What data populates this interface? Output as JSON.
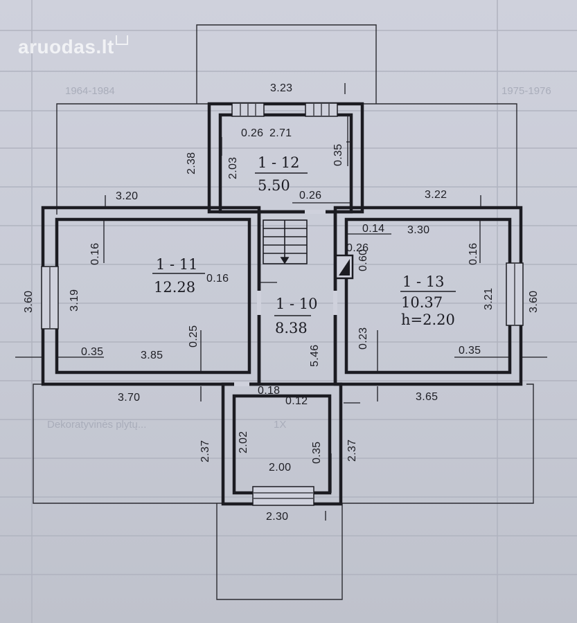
{
  "watermark": {
    "text": "aruodas.lt"
  },
  "background_text": [
    "Dekoratyvinės plytų...",
    "1X",
    "1964-1984",
    "1975-1976"
  ],
  "rooms": {
    "r11": {
      "id": "1 - 11",
      "area": "12.28"
    },
    "r12": {
      "id": "1 - 12",
      "area": "5.50"
    },
    "r10": {
      "id": "1 - 10",
      "area": "8.38"
    },
    "r13": {
      "id": "1 - 13",
      "area": "10.37",
      "height": "h=2.20"
    }
  },
  "dimensions": {
    "d323": "3.23",
    "d271": "2.71",
    "d026a": "0.26",
    "d238": "2.38",
    "d203": "2.03",
    "d035a": "0.35",
    "d026b": "0.26",
    "d320": "3.20",
    "d322": "3.22",
    "d014": "0.14",
    "d330": "3.30",
    "d026c": "0.26",
    "d060": "0.60",
    "d016a": "0.16",
    "d016b": "0.16",
    "d016c": "0.16",
    "d360a": "3.60",
    "d319": "3.19",
    "d321": "3.21",
    "d360b": "3.60",
    "d025": "0.25",
    "d546": "5.46",
    "d023": "0.23",
    "d035b": "0.35",
    "d385": "3.85",
    "d035c": "0.35",
    "d370": "3.70",
    "d018": "0.18",
    "d012": "0.12",
    "d365": "3.65",
    "d237a": "2.37",
    "d202": "2.02",
    "d035d": "0.35",
    "d237b": "2.37",
    "d200": "2.00",
    "d230": "2.30"
  },
  "colors": {
    "wall": "#1c1c22",
    "paper": "#cfd1dc",
    "grid": "#b3b6c2"
  }
}
